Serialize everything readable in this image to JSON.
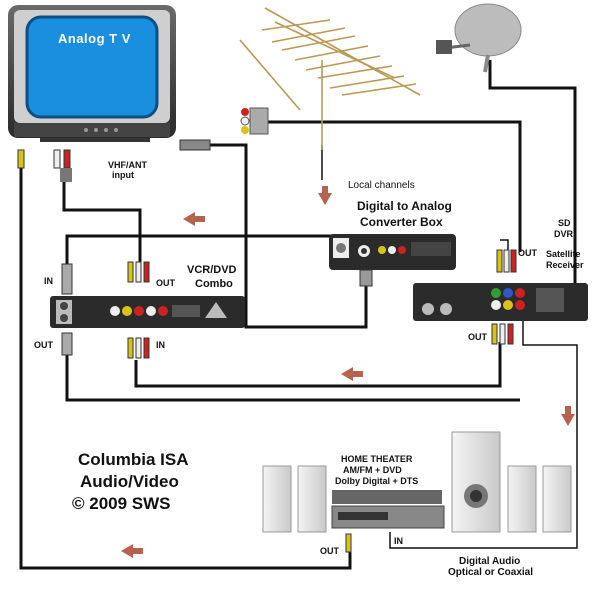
{
  "tv": {
    "label": "Analog T V",
    "input_label": "VHF/ANT",
    "input_label2": "input"
  },
  "converter": {
    "local_label": "Local channels",
    "title_line1": "Digital to Analog",
    "title_line2": "Converter Box"
  },
  "receiver": {
    "line1": "SD",
    "line2": "DVR",
    "line3": "Satellite",
    "line4": "Receiver",
    "out_label": "OUT"
  },
  "vcr": {
    "line1": "VCR/DVD",
    "line2": "Combo",
    "in_top": "IN",
    "out_right": "OUT",
    "out_bottom": "OUT",
    "in_bottom": "IN"
  },
  "receiver_ports": {
    "out_bottom": "OUT"
  },
  "home_theater": {
    "line1": "HOME THEATER",
    "line2": "AM/FM + DVD",
    "line3": "Dolby Digital + DTS",
    "out_label": "OUT",
    "in_label": "IN"
  },
  "digital_audio": {
    "line1": "Digital Audio",
    "line2": "Optical or Coaxial"
  },
  "credit": {
    "line1": "Columbia ISA",
    "line2": "Audio/Video",
    "line3": "© 2009 SWS"
  },
  "colors": {
    "cable": "#111111",
    "arrow": "#b5624e",
    "tv_screen": "#1a8fe0",
    "device": "#2b2b2b",
    "rca_red": "#cc2222",
    "rca_yellow": "#d8c419"
  }
}
